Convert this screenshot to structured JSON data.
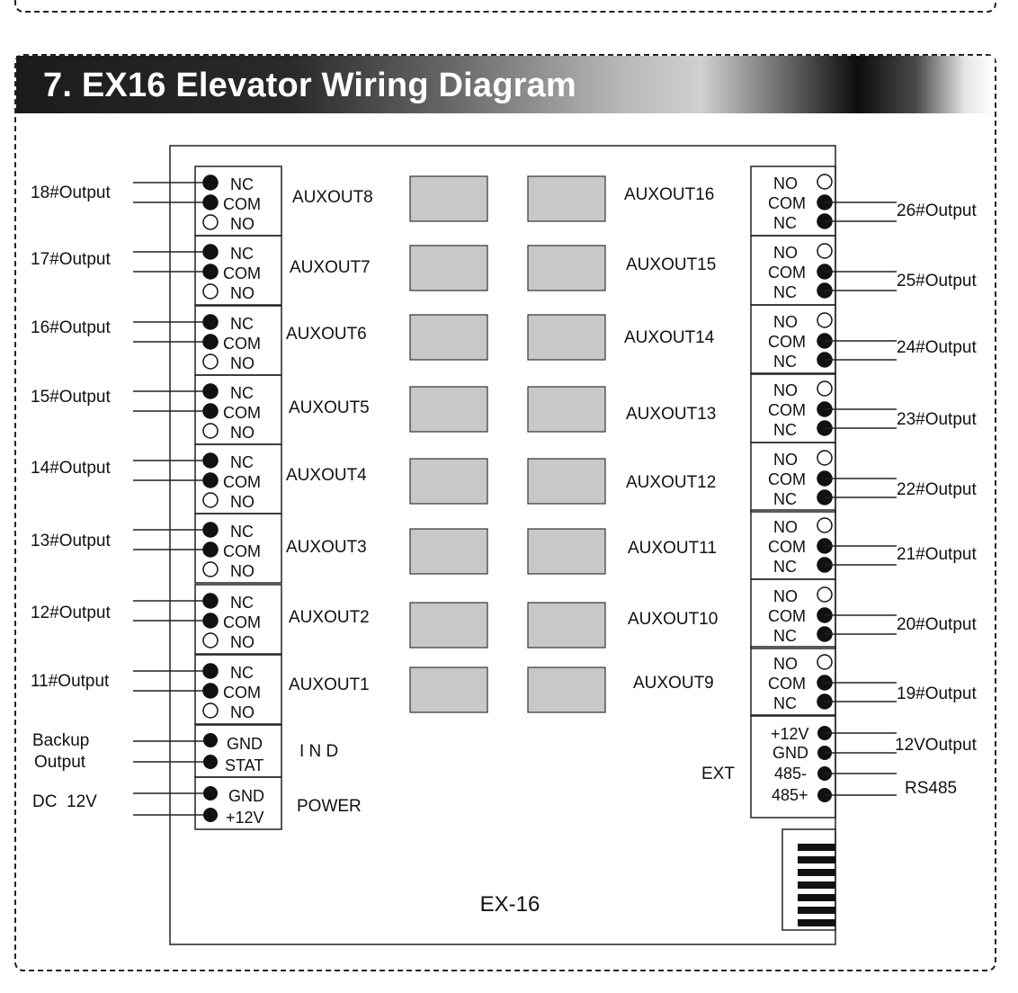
{
  "title": "7. EX16 Elevator Wiring Diagram",
  "board_label": "EX-16",
  "left_blocks": [
    {
      "output": "18#Output",
      "aux": "AUXOUT8",
      "pins": [
        "NC",
        "COM",
        "NO"
      ]
    },
    {
      "output": "17#Output",
      "aux": "AUXOUT7",
      "pins": [
        "NC",
        "COM",
        "NO"
      ]
    },
    {
      "output": "16#Output",
      "aux": "AUXOUT6",
      "pins": [
        "NC",
        "COM",
        "NO"
      ]
    },
    {
      "output": "15#Output",
      "aux": "AUXOUT5",
      "pins": [
        "NC",
        "COM",
        "NO"
      ]
    },
    {
      "output": "14#Output",
      "aux": "AUXOUT4",
      "pins": [
        "NC",
        "COM",
        "NO"
      ]
    },
    {
      "output": "13#Output",
      "aux": "AUXOUT3",
      "pins": [
        "NC",
        "COM",
        "NO"
      ]
    },
    {
      "output": "12#Output",
      "aux": "AUXOUT2",
      "pins": [
        "NC",
        "COM",
        "NO"
      ]
    },
    {
      "output": "11#Output",
      "aux": "AUXOUT1",
      "pins": [
        "NC",
        "COM",
        "NO"
      ]
    }
  ],
  "right_blocks": [
    {
      "output": "26#Output",
      "aux": "AUXOUT16",
      "pins": [
        "NO",
        "COM",
        "NC"
      ]
    },
    {
      "output": "25#Output",
      "aux": "AUXOUT15",
      "pins": [
        "NO",
        "COM",
        "NC"
      ]
    },
    {
      "output": "24#Output",
      "aux": "AUXOUT14",
      "pins": [
        "NO",
        "COM",
        "NC"
      ]
    },
    {
      "output": "23#Output",
      "aux": "AUXOUT13",
      "pins": [
        "NO",
        "COM",
        "NC"
      ]
    },
    {
      "output": "22#Output",
      "aux": "AUXOUT12",
      "pins": [
        "NO",
        "COM",
        "NC"
      ]
    },
    {
      "output": "21#Output",
      "aux": "AUXOUT11",
      "pins": [
        "NO",
        "COM",
        "NC"
      ]
    },
    {
      "output": "20#Output",
      "aux": "AUXOUT10",
      "pins": [
        "NO",
        "COM",
        "NC"
      ]
    },
    {
      "output": "19#Output",
      "aux": "AUXOUT9",
      "pins": [
        "NO",
        "COM",
        "NC"
      ]
    }
  ],
  "ind": {
    "label": "I N D",
    "pins": [
      "GND",
      "STAT"
    ],
    "output_line1": "Backup",
    "output_line2": "Output"
  },
  "power": {
    "label": "POWER",
    "pins": [
      "GND",
      "+12V"
    ],
    "output": "DC  12V"
  },
  "ext": {
    "label": "EXT",
    "pins": [
      "+12V",
      "GND",
      "485-",
      "485+"
    ],
    "output_12v": "12VOutput",
    "output_rs485": "RS485"
  }
}
